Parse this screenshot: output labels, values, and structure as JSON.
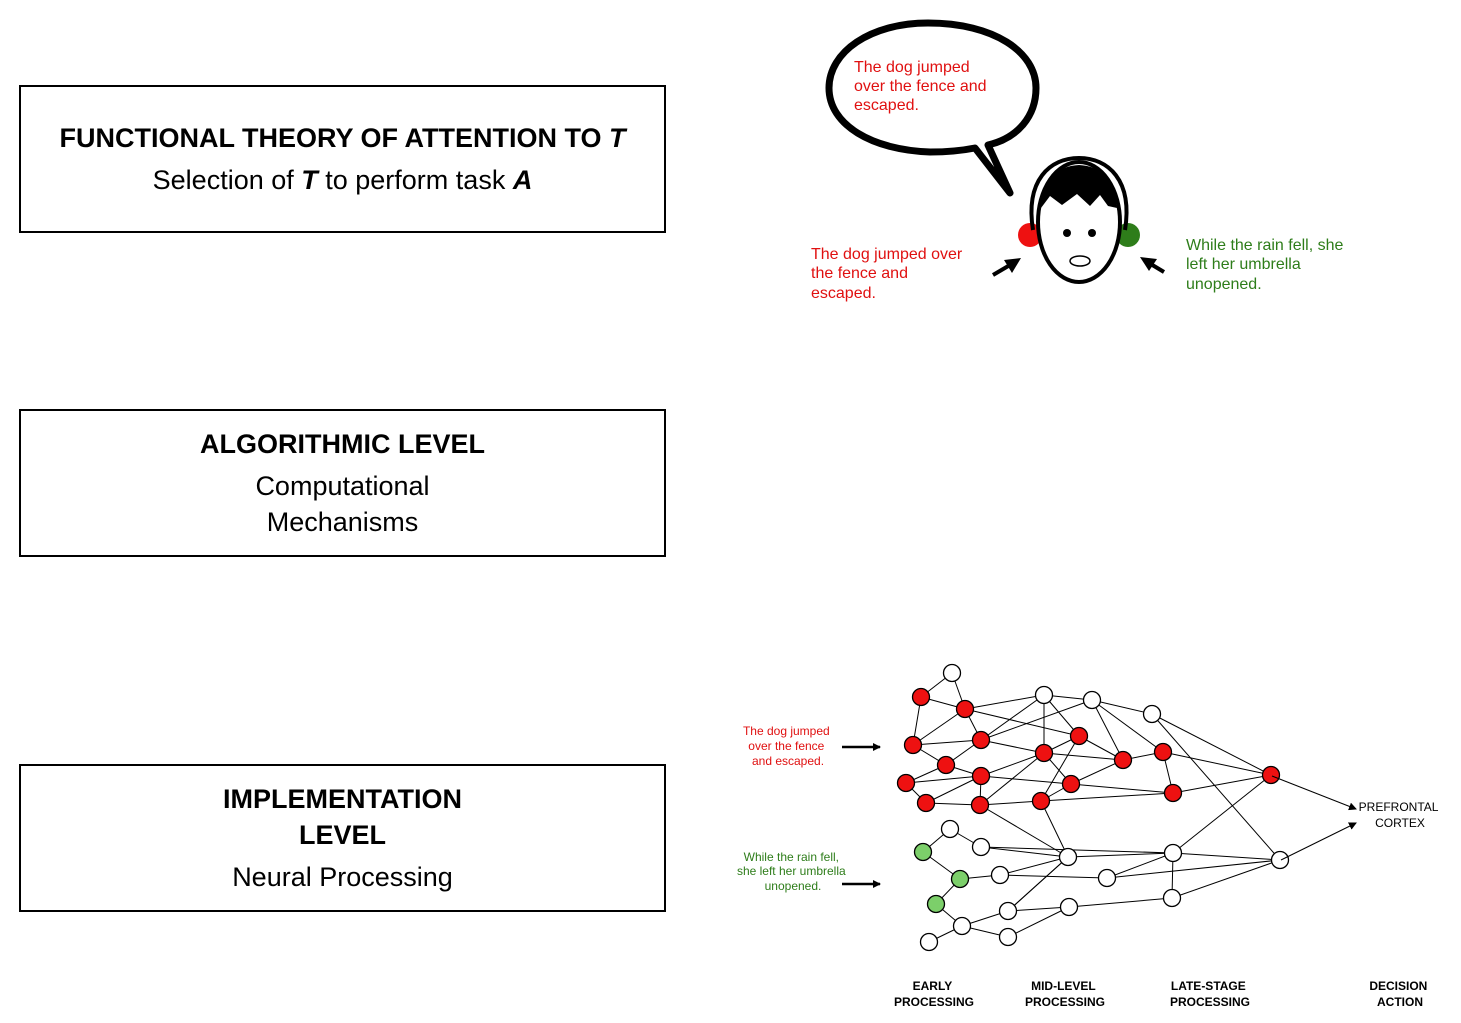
{
  "levels": {
    "functional": {
      "title_prefix": "FUNCTIONAL THEORY OF ATTENTION TO ",
      "title_var": "T",
      "sub_prefix": "Selection of ",
      "sub_var1": "T",
      "sub_mid": " to perform task ",
      "sub_var2": "A"
    },
    "algorithmic": {
      "title": "ALGORITHMIC LEVEL",
      "sub_line1": "Computational",
      "sub_line2": "Mechanisms"
    },
    "implementation": {
      "title_line1": "IMPLEMENTATION",
      "title_line2": "LEVEL",
      "sub": "Neural Processing"
    }
  },
  "listener": {
    "speech": [
      "The dog jumped",
      "over the fence and",
      "escaped."
    ],
    "left_ear": [
      "The dog jumped over",
      "the fence and",
      "escaped."
    ],
    "right_ear": [
      "While the rain fell, she",
      "left her umbrella",
      "unopened."
    ]
  },
  "network": {
    "input_attended": [
      "The dog jumped",
      "over the fence",
      "and escaped."
    ],
    "input_ignored": [
      "While the rain fell,",
      "she left her umbrella",
      "unopened."
    ],
    "output": [
      "PREFRONTAL",
      "CORTEX"
    ],
    "stages": [
      {
        "line1": "EARLY",
        "line2": "PROCESSING"
      },
      {
        "line1": "MID-LEVEL",
        "line2": "PROCESSING"
      },
      {
        "line1": "LATE-STAGE",
        "line2": "PROCESSING"
      },
      {
        "line1": "DECISION",
        "line2": "ACTION"
      }
    ]
  },
  "colors": {
    "attended": "#ee1111",
    "ignored": "#2e7d1a",
    "ignored_node": "#7ccf6a",
    "attended_text": "#e01010",
    "ignored_text": "#2e7d1a"
  }
}
